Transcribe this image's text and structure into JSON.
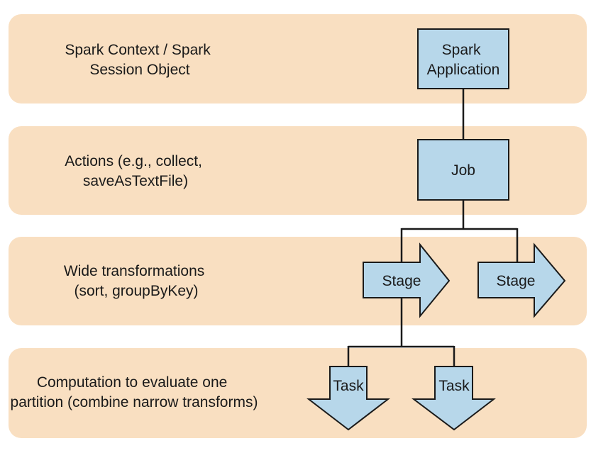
{
  "colors": {
    "band_fill": "#f9dfc1",
    "node_fill": "#b7d7ea",
    "stroke": "#1a1a1a",
    "page_background": "#ffffff"
  },
  "rows": [
    {
      "label_lines": [
        "Spark Context / Spark",
        "Session Object"
      ]
    },
    {
      "label_lines": [
        "Actions (e.g., collect,",
        "saveAsTextFile)"
      ]
    },
    {
      "label_lines": [
        "Wide transformations",
        "(sort, groupByKey)"
      ]
    },
    {
      "label_lines": [
        "Computation to evaluate one",
        "partition (combine narrow transforms)"
      ]
    }
  ],
  "nodes": {
    "application": {
      "label_lines": [
        "Spark",
        "Application"
      ],
      "shape": "box"
    },
    "job": {
      "label_lines": [
        "Job"
      ],
      "shape": "box"
    },
    "stages": [
      {
        "label": "Stage",
        "shape": "right-arrow"
      },
      {
        "label": "Stage",
        "shape": "right-arrow"
      }
    ],
    "tasks": [
      {
        "label": "Task",
        "shape": "down-arrow"
      },
      {
        "label": "Task",
        "shape": "down-arrow"
      }
    ]
  },
  "edges": [
    {
      "from": "application",
      "to": "job"
    },
    {
      "from": "job",
      "to": "stage-1"
    },
    {
      "from": "job",
      "to": "stage-2"
    },
    {
      "from": "stage-1",
      "to": "task-1"
    },
    {
      "from": "stage-1",
      "to": "task-2"
    }
  ]
}
